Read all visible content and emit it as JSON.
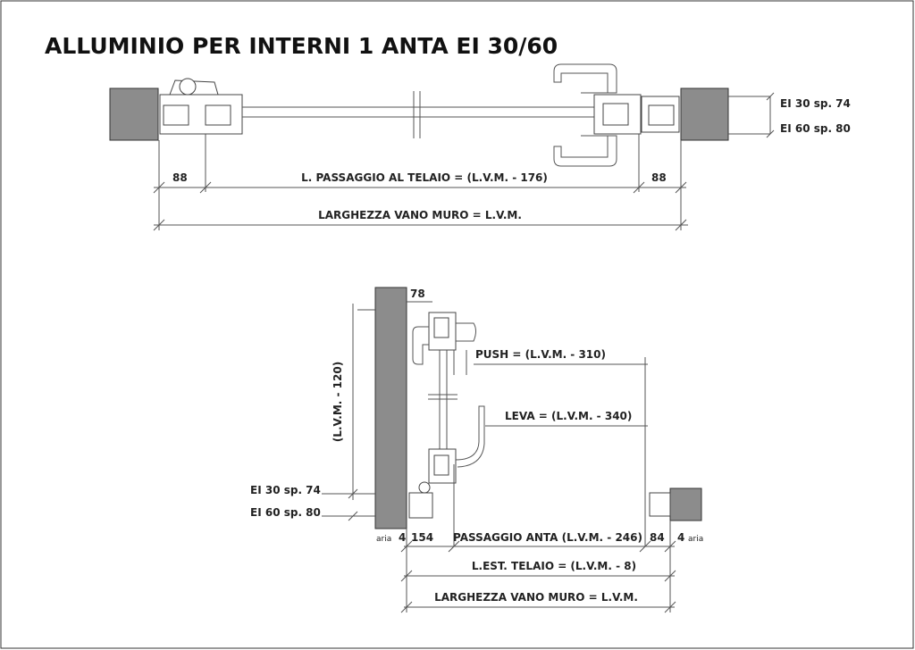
{
  "title": "ALLUMINIO PER INTERNI 1 ANTA EI 30/60",
  "top_view": {
    "dim_left": "88",
    "dim_right": "88",
    "passage_label": "L. PASSAGGIO AL TELAIO = (L.V.M. - 176)",
    "wall_width_label": "LARGHEZZA VANO MURO = L.V.M.",
    "ei30_label": "EI 30 sp. 74",
    "ei60_label": "EI 60 sp. 80"
  },
  "plan_view": {
    "dim_78": "78",
    "height_label": "(L.V.M. - 120)",
    "push_label": "PUSH = (L.V.M. - 310)",
    "leva_label": "LEVA = (L.V.M. - 340)",
    "ei30_label": "EI 30 sp. 74",
    "ei60_label": "EI 60 sp. 80",
    "aria_left": "aria",
    "gap_left": "4",
    "dim_154": "154",
    "passage_label": "PASSAGGIO ANTA (L.V.M. - 246)",
    "dim_84": "84",
    "gap_right": "4",
    "aria_right": "aria",
    "frame_label": "L.EST. TELAIO = (L.V.M. - 8)",
    "wall_width_label": "LARGHEZZA VANO MURO = L.V.M."
  }
}
